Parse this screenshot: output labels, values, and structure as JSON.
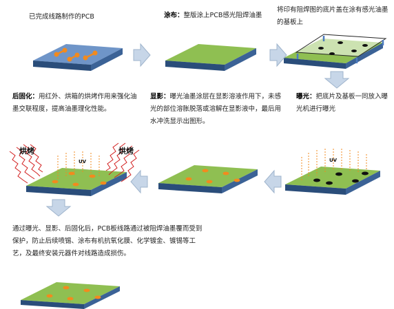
{
  "steps": {
    "s1": {
      "text": "已完成线路制作的PCB"
    },
    "s2": {
      "bold": "涂布：",
      "text": "整版涂上PCB感光阻焊油墨"
    },
    "s3": {
      "text": "将印有阻焊图的底片盖在涂有感光油墨的基板上"
    },
    "s4": {
      "bold": "曝光：",
      "text": "把底片及基板一同放入曝光机进行曝光"
    },
    "s5": {
      "bold": "显影：",
      "text": "曝光油墨涂层在显影溶液作用下，未感光的部位溶胀脱落或溶解在显影液中，最后用水冲洗显示出图形。"
    },
    "s6": {
      "bold": "后固化：",
      "text": "用红外、烘箱的烘烤作用来强化油墨交联程度，提高油墨理化性能。"
    },
    "s7": {
      "text": "通过曝光、显影、后固化后，PCB板线路通过被阻焊油墨覆而受到保护，防止后续喷锡、涂布有机抗氧化膜、化学镀金、镀锡等工艺，及最终安装元器件对线路造成损伤。"
    }
  },
  "labels": {
    "bake_left": "烘烤",
    "bake_right": "烘烤",
    "uv_a": "UV",
    "uv_b": "UV"
  },
  "colors": {
    "board_blue": "#6f95c8",
    "board_green": "#8fbf52",
    "board_side": "#2a4d7a",
    "pad_orange": "#f28a1e",
    "arrow_fill": "#c7d6e8",
    "arrow_stroke": "#9fb4cc"
  },
  "icons": [
    "down-arrow-icon",
    "right-arrow-icon",
    "left-arrow-icon",
    "uv-light-icon",
    "heat-wave-icon"
  ]
}
